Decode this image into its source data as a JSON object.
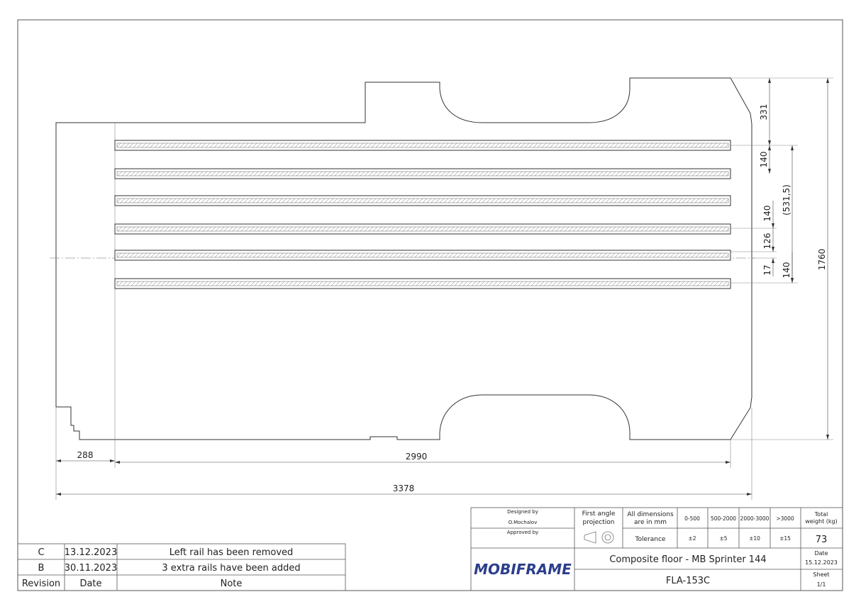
{
  "dimensions": {
    "d288": "288",
    "d2990": "2990",
    "d3378": "3378",
    "d331": "331",
    "d140a": "140",
    "d531": "(531,5)",
    "d140b": "140",
    "d126": "126",
    "d17": "17",
    "d140c": "140",
    "d1760": "1760"
  },
  "title_block": {
    "designed_by_label": "Designed by",
    "designer": "O.Mochalov",
    "approved_by_label": "Approved by",
    "projection_label": "First angle projection",
    "dimensions_label": "All dimensions are in mm",
    "tolerance_label": "Tolerance",
    "ranges": [
      "0-500",
      "500-2000",
      "2000-3000",
      ">3000"
    ],
    "tolerances": [
      "±2",
      "±5",
      "±10",
      "±15"
    ],
    "weight_label": "Total weight (kg)",
    "weight": "73",
    "date_label": "Date",
    "date": "15.12.2023",
    "sheet_label": "Sheet",
    "sheet": "1/1",
    "title": "Composite floor - MB Sprinter 144",
    "drawing_number": "FLA-153C",
    "logo": "MOBIFRAME"
  },
  "revisions": {
    "headers": {
      "revision": "Revision",
      "date": "Date",
      "note": "Note"
    },
    "rows": [
      {
        "revision": "C",
        "date": "13.12.2023",
        "note": "Left rail has been removed"
      },
      {
        "revision": "B",
        "date": "30.11.2023",
        "note": "3 extra rails have been added"
      }
    ]
  }
}
